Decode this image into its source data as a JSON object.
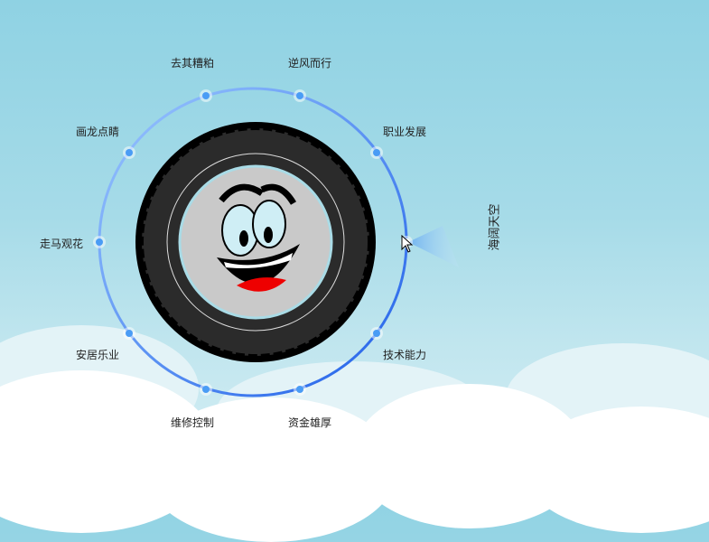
{
  "wheel": {
    "items": [
      {
        "label": "去其糟粕"
      },
      {
        "label": "逆风而行"
      },
      {
        "label": "职业发展"
      },
      {
        "label": "海阔天空"
      },
      {
        "label": "技术能力"
      },
      {
        "label": "资金雄厚"
      },
      {
        "label": "维修控制"
      },
      {
        "label": "安居乐业"
      },
      {
        "label": "走马观花"
      },
      {
        "label": "画龙点睛"
      }
    ],
    "active_index": 3,
    "ring_color": "#2f6ef0",
    "tire_color": "#2b2b2b"
  }
}
